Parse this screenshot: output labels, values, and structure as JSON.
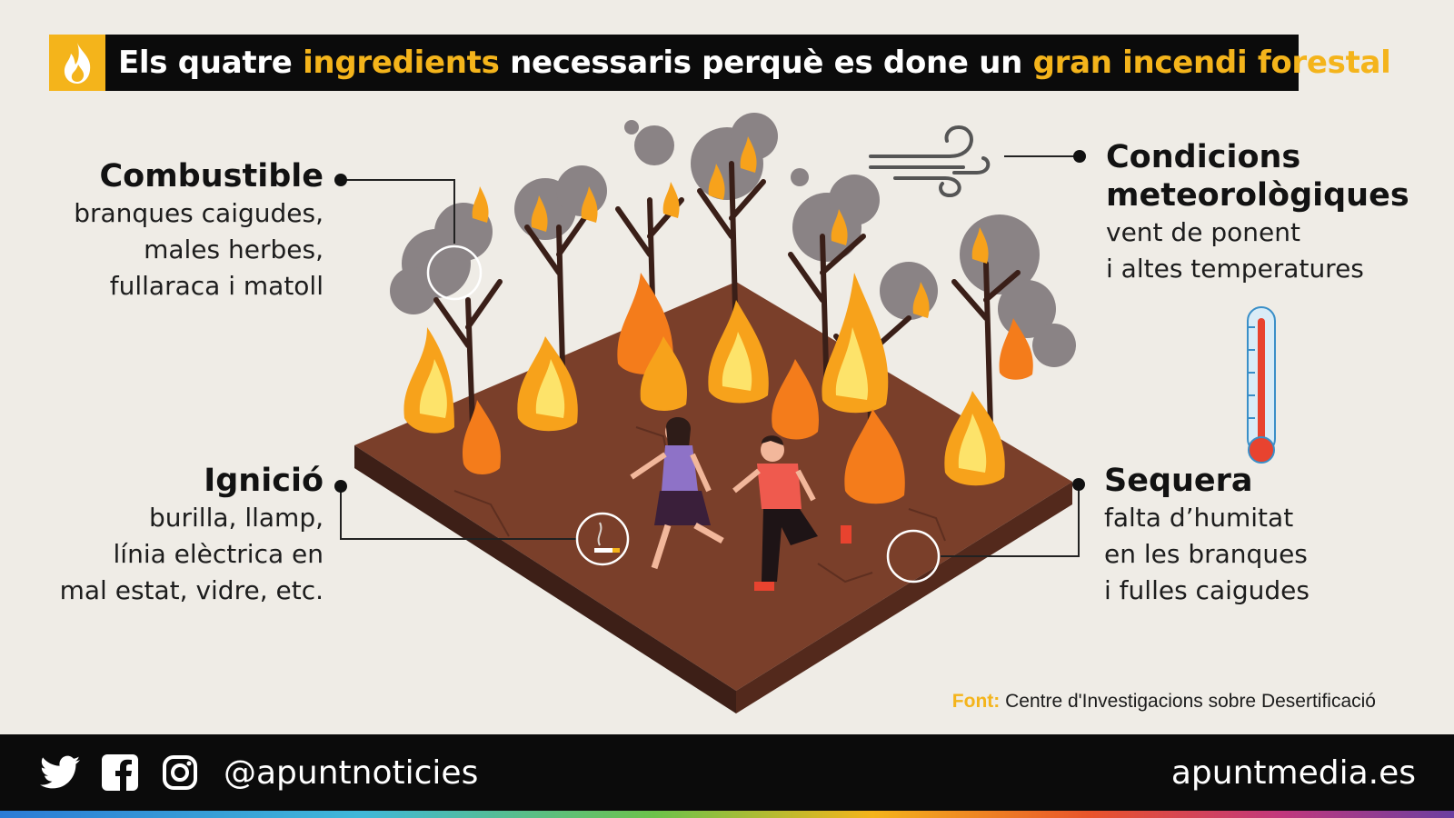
{
  "title": {
    "part1": "Els quatre ",
    "highlight1": "ingredients",
    "part2": " necessaris perquè es done un ",
    "highlight2": "gran incendi forestal",
    "icon": "flame-icon",
    "accent_color": "#f4b41b"
  },
  "callouts": {
    "combustible": {
      "heading": "Combustible",
      "lines": [
        "branques caigudes,",
        "males herbes,",
        "fullaraca i matoll"
      ]
    },
    "ignicio": {
      "heading": "Ignició",
      "lines": [
        "burilla, llamp,",
        "línia elèctrica en",
        "mal estat, vidre, etc."
      ]
    },
    "condicions": {
      "heading_lines": [
        "Condicions",
        "meteorològiques"
      ],
      "lines": [
        "vent de ponent",
        "i altes temperatures"
      ]
    },
    "sequera": {
      "heading": "Sequera",
      "lines": [
        "falta d’humitat",
        "en les branques",
        "i fulles caigudes"
      ]
    }
  },
  "source": {
    "key": "Font:",
    "text": " Centre d'Investigacions sobre Desertificació"
  },
  "footer": {
    "handle": "@apuntnoticies",
    "site": "apuntmedia.es",
    "icons": [
      "twitter-icon",
      "facebook-icon",
      "instagram-icon"
    ]
  }
}
